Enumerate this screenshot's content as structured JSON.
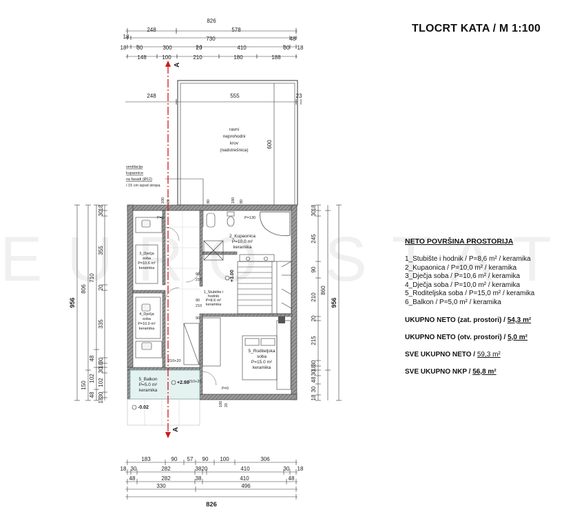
{
  "title": "TLOCRT KATA / M 1:100",
  "watermark": "EURO STATE",
  "legend": {
    "header": "NETO POVRŠINA PROSTORIJA",
    "rooms": [
      "1_Stubište i hodnik / P=8,6 m² / keramika",
      "2_Kupaonica / P=10,0 m² / keramika",
      "3_Dječja soba / P=10,6 m² / keramika",
      "4_Dječja soba / P=10,0 m² / keramika",
      "5_Roditeljska soba / P=15,0 m² / keramika",
      "6_Balkon / P=5,0 m² / keramika"
    ],
    "totals": [
      {
        "label": "UKUPNO NETO (zat. prostori)",
        "sep": " / ",
        "value": "54,3 m²"
      },
      {
        "label": "UKUPNO NETO (otv. prostori)",
        "sep": " / ",
        "value": "5,0 m²"
      },
      {
        "label": "SVE UKUPNO NETO",
        "sep": " / ",
        "value": "59,3 m²"
      },
      {
        "label": "SVE UKUPNO NKP",
        "sep": " / ",
        "value": "56,8 m²"
      }
    ]
  },
  "plan": {
    "section_mark": "A",
    "top_dims": {
      "overall": "826",
      "row1": [
        "248",
        "578"
      ],
      "row2": [
        "18",
        "730",
        "48"
      ],
      "row3": [
        "18",
        "30",
        "300",
        "20",
        "410",
        "30",
        "18"
      ],
      "row4": [
        "148",
        "100",
        "210",
        "180",
        "188"
      ],
      "roof": [
        "248",
        "555",
        "23"
      ]
    },
    "bottom_dims": {
      "row1": [
        "183",
        "90",
        "57",
        "90",
        "100",
        "306"
      ],
      "row2": [
        "18",
        "30",
        "282",
        "38",
        "20",
        "410",
        "30",
        "18"
      ],
      "row3": [
        "48",
        "282",
        "38",
        "410",
        "48"
      ],
      "row4": [
        "330",
        "496"
      ],
      "overall": "826"
    },
    "left_dims": {
      "overall": "956",
      "col1": [
        "806",
        "150"
      ],
      "col2": [
        "710",
        "48",
        "102",
        "48"
      ],
      "col3": [
        "18",
        "30",
        "355",
        "20",
        "335",
        "30",
        "18",
        "30",
        "102",
        "30",
        "18"
      ]
    },
    "right_dims": {
      "overall": "956",
      "col1": [
        "860"
      ],
      "col2": [
        "18",
        "30",
        "245",
        "90",
        "210",
        "20",
        "215",
        "30",
        "18",
        "30",
        "48",
        "30",
        "18"
      ]
    },
    "roof_label": [
      "ravni",
      "neprohodni",
      "krov",
      "(nadstrešnica)"
    ],
    "roof_dim": "600",
    "vent_label": [
      "ventilacija",
      "kupaonice",
      "na fasadi (Ø12)",
      "/ 15 cm ispod stropa"
    ],
    "rooms": {
      "r1": [
        "1_Stubište i",
        "hodnik",
        "P=8.6 m²",
        "keramika"
      ],
      "r2": [
        "2_Kupaonica",
        "P=10.0 m²",
        "keramika"
      ],
      "r3": [
        "3_Dječja",
        "soba",
        "P=10.6 m²",
        "keramika"
      ],
      "r4": [
        "4_Dječja",
        "soba",
        "P=10.0 m²",
        "keramika"
      ],
      "r5": [
        "5_Roditeljska",
        "soba",
        "P=15.0 m²",
        "keramika"
      ],
      "r6": [
        "5_Balkon",
        "P=5.0 m²",
        "keramika"
      ]
    },
    "levels": {
      "main": "+3.00",
      "balkon": "+2.98",
      "ground": "-0.02"
    },
    "openings": [
      "P=0",
      "P=130",
      "P=0",
      "90",
      "210",
      "90",
      "210",
      "210+20",
      "210+20",
      "100",
      "180",
      "80",
      "100",
      "20",
      "80",
      "90"
    ]
  },
  "colors": {
    "wall": "#7a7a7a",
    "section_line": "#cc1a1a",
    "balkon_fill": "#e4f2f0"
  }
}
